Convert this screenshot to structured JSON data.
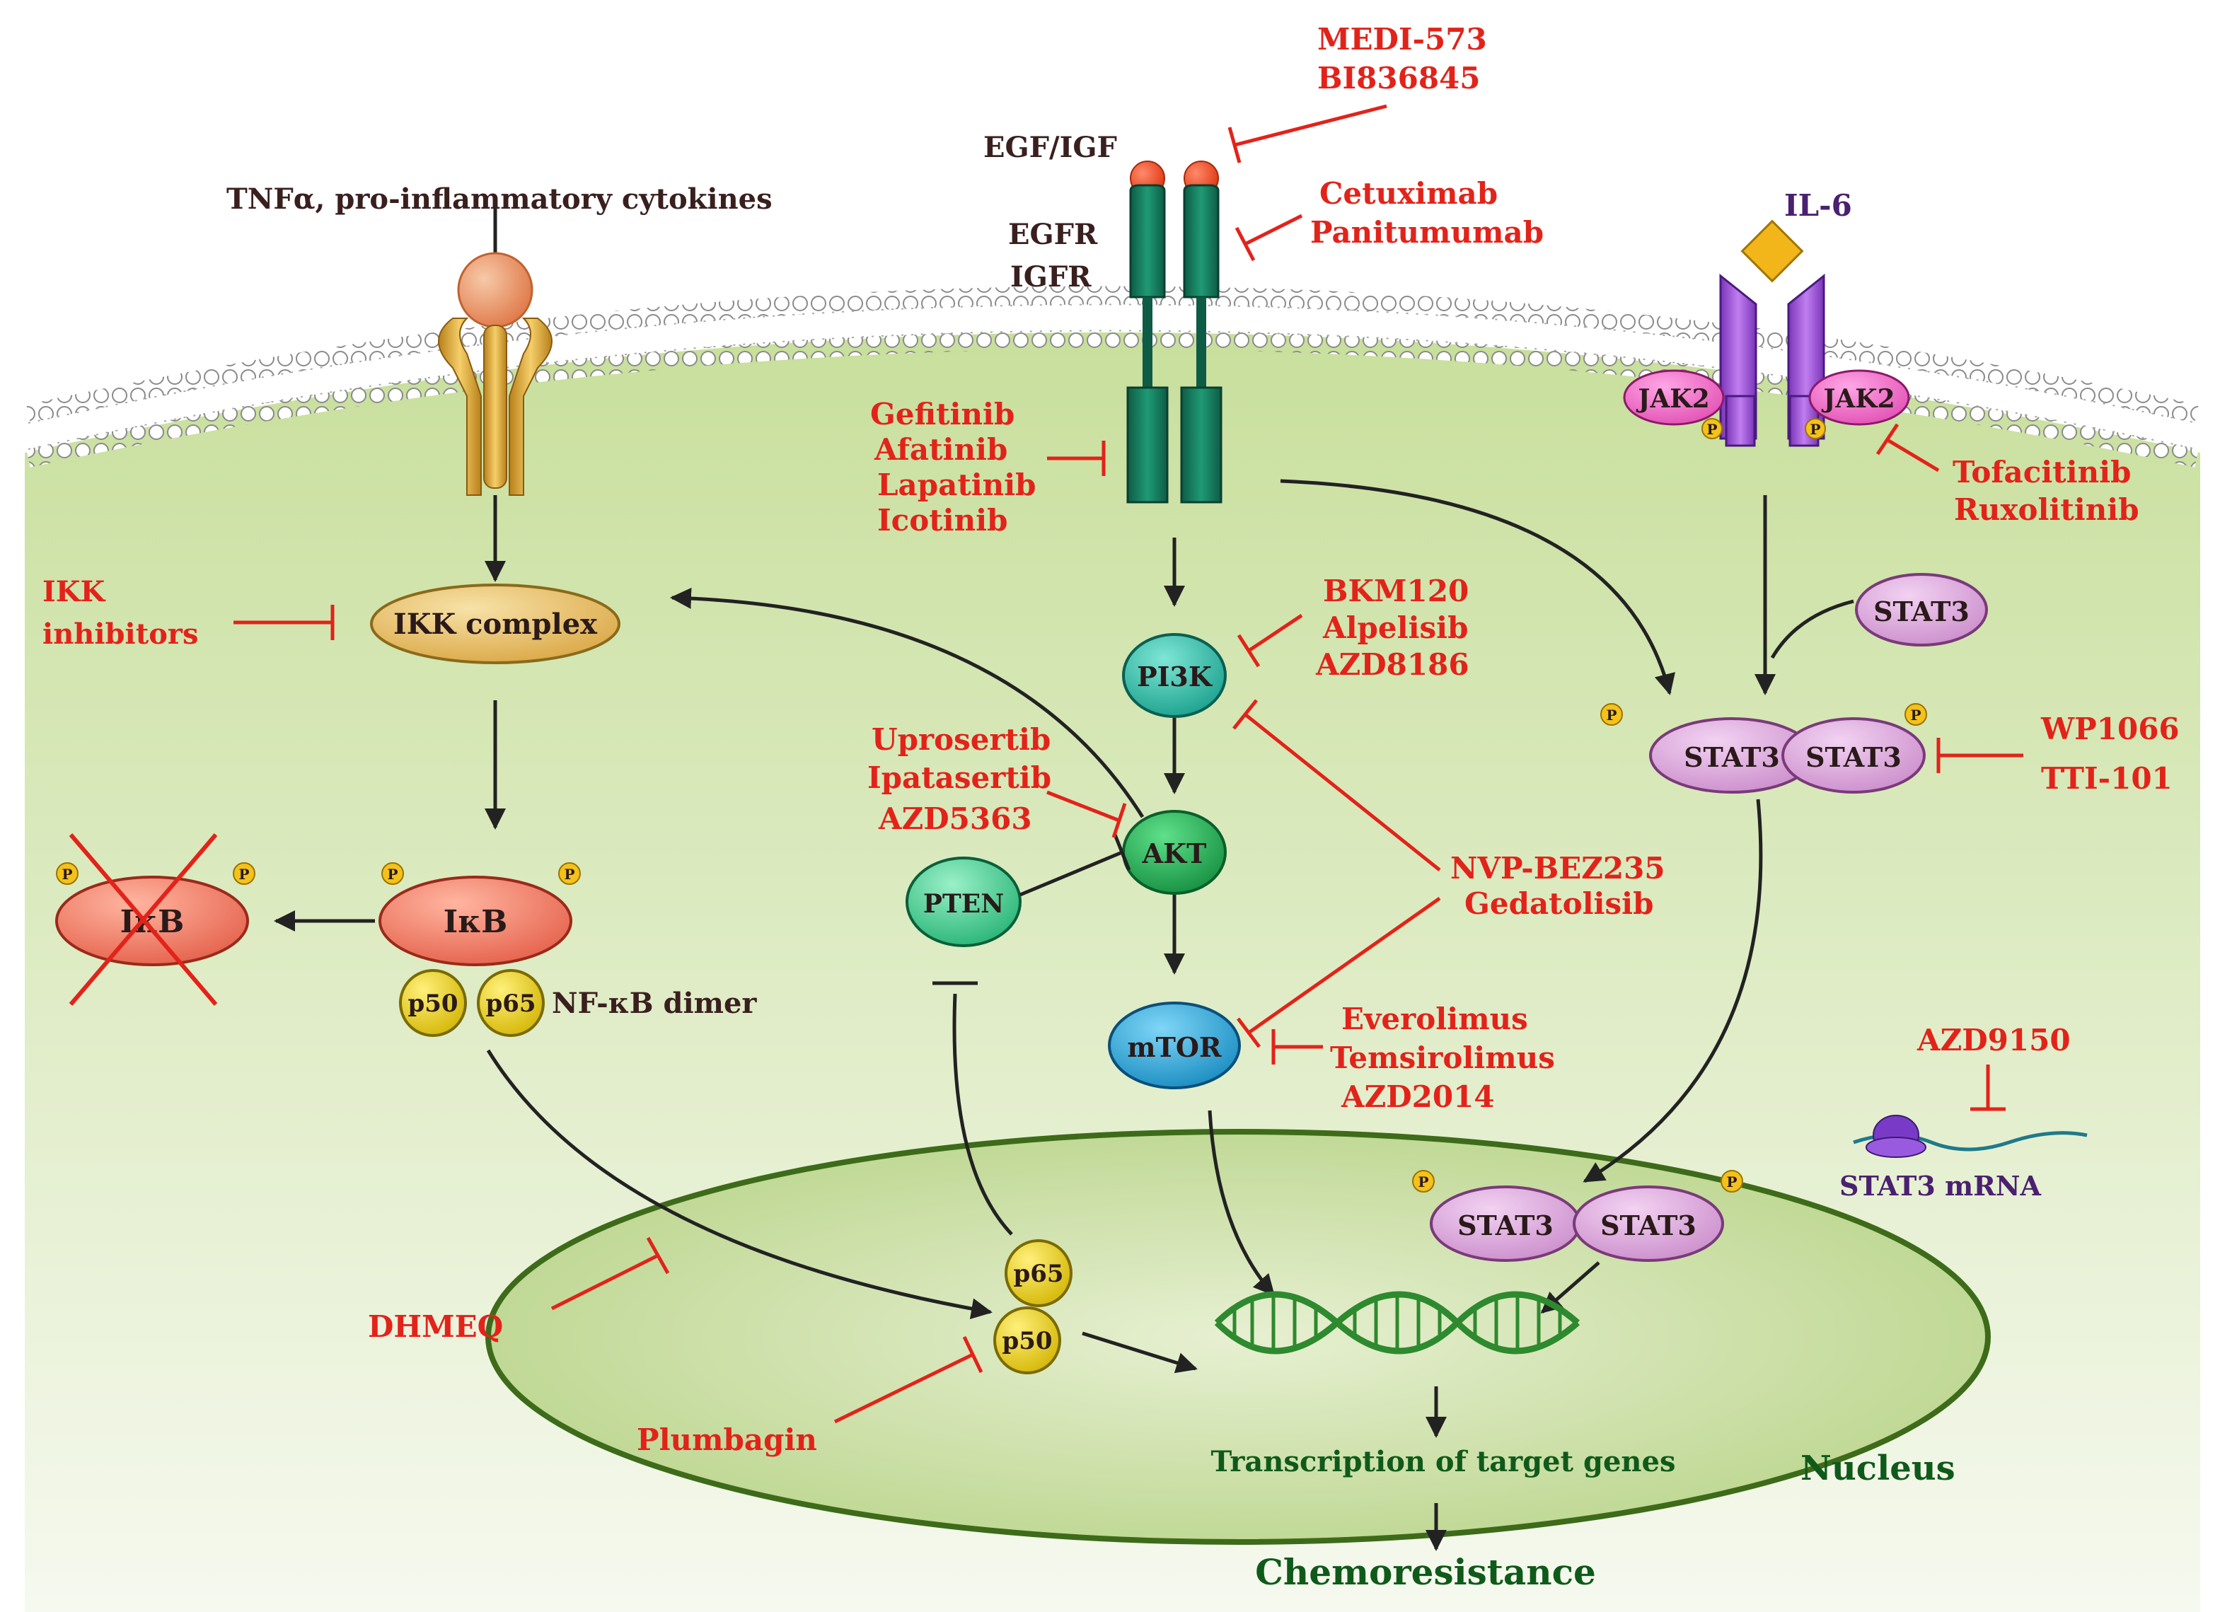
{
  "ligands": {
    "tnf": "TNFα, pro-inflammatory cytokines",
    "egf_igf": "EGF/IGF",
    "egfr": "EGFR",
    "igfr": "IGFR",
    "il6": "IL-6"
  },
  "nodes": {
    "ikk_complex": "IKK complex",
    "ikb": "IκB",
    "ikb_degraded": "IκB",
    "p50": "p50",
    "p65": "p65",
    "nfkb_dimer": "NF-κB dimer",
    "pi3k": "PI3K",
    "akt": "AKT",
    "pten": "PTEN",
    "mtor": "mTOR",
    "jak2": "JAK2",
    "stat3": "STAT3",
    "phospho": "P",
    "stat3_mrna": "STAT3 mRNA"
  },
  "drugs": {
    "medi573": "MEDI-573",
    "bi836845": "BI836845",
    "cetuximab": "Cetuximab",
    "panitumumab": "Panitumumab",
    "gefitinib": "Gefitinib",
    "afatinib": "Afatinib",
    "lapatinib": "Lapatinib",
    "icotinib": "Icotinib",
    "tofacitinib": "Tofacitinib",
    "ruxolitinib": "Ruxolitinib",
    "ikk_inhibitors_1": "IKK",
    "ikk_inhibitors_2": "inhibitors",
    "bkm120": "BKM120",
    "alpelisib": "Alpelisib",
    "azd8186": "AZD8186",
    "uprosertib": "Uprosertib",
    "ipatasertib": "Ipatasertib",
    "azd5363": "AZD5363",
    "nvp_bez235": "NVP-BEZ235",
    "gedatolisib": "Gedatolisib",
    "everolimus": "Everolimus",
    "temsirolimus": "Temsirolimus",
    "azd2014": "AZD2014",
    "wp1066": "WP1066",
    "tti101": "TTI-101",
    "azd9150": "AZD9150",
    "dhmeq": "DHMEQ",
    "plumbagin": "Plumbagin"
  },
  "labels": {
    "transcription": "Transcription of target genes",
    "nucleus": "Nucleus",
    "chemoresistance": "Chemoresistance"
  },
  "colors": {
    "drug_red": "#e2231a",
    "cytoplasm_green": "#d9e8b8",
    "receptor_teal": "#167a5c",
    "pi3k_teal": "#1fb39c",
    "akt_green": "#17a34a",
    "mtor_blue": "#1a9ad1",
    "stat3_lilac": "#d9a6d9",
    "jak2_pink": "#ee6fc4",
    "il6_purple": "#9a4fd1",
    "ikk_gold": "#e4b85a",
    "ikb_salmon": "#e8735e",
    "p50_p65_yellow": "#e4c81e",
    "nucleus_green": "#c9dda0",
    "dna_green": "#2e8a2e"
  }
}
